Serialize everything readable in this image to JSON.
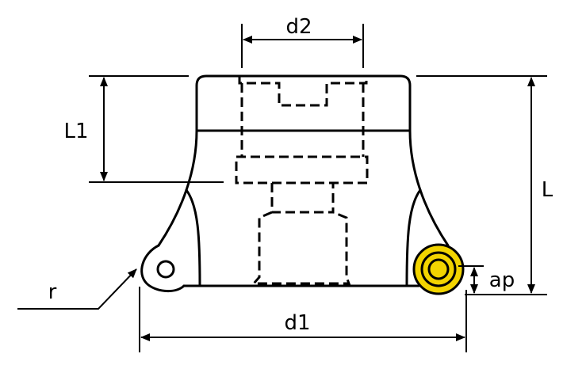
{
  "labels": {
    "d2": "d2",
    "L1": "L1",
    "L": "L",
    "ap": "ap",
    "r": "r",
    "d1": "d1"
  },
  "colors": {
    "insert_fill": "#f2d400",
    "line": "#000000",
    "background": "#ffffff"
  }
}
